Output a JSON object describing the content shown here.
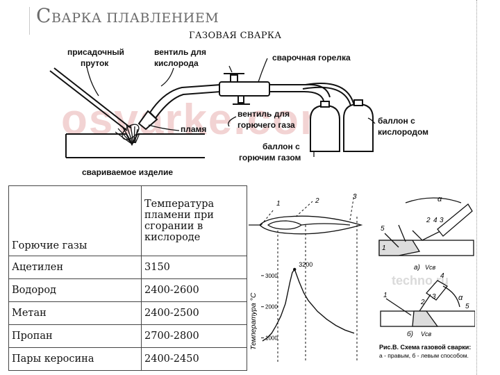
{
  "slide": {
    "title_first": "С",
    "title_rest": "варка плавлением",
    "subtitle": "ГАЗОВАЯ СВАРКА"
  },
  "diagram": {
    "filler_rod": [
      "присадочный",
      "пруток"
    ],
    "oxygen_valve": [
      "вентиль для",
      "кислорода"
    ],
    "torch": "сварочная горелка",
    "flame": "пламя",
    "fuel_valve": [
      "вентиль для",
      "горючего газа"
    ],
    "oxygen_cylinder": [
      "баллон с",
      "кислородом"
    ],
    "fuel_cylinder": [
      "баллон с",
      "горючим газом"
    ],
    "workpiece": "свариваемое изделие",
    "watermark": "osvarke.com"
  },
  "table": {
    "header": [
      "Горючие газы",
      "Температура пламени при сгорании в кислороде"
    ],
    "rows": [
      [
        "Ацетилен",
        "3150"
      ],
      [
        "Водород",
        "2400-2600"
      ],
      [
        "Метан",
        "2400-2500"
      ],
      [
        "Пропан",
        "2700-2800"
      ],
      [
        "Пары керосина",
        "2400-2450"
      ]
    ]
  },
  "chart_data": {
    "type": "line",
    "title": "",
    "xlabel": "",
    "ylabel": "Температура °C",
    "yticks": [
      1000,
      2000,
      3000
    ],
    "ylim": [
      700,
      3600
    ],
    "zone_labels": [
      "1",
      "2",
      "3"
    ],
    "peak_label": "3200",
    "x": [
      0.0,
      0.1,
      0.2,
      0.3,
      0.4,
      0.5,
      0.55,
      0.6,
      0.65,
      0.7,
      0.75,
      0.8,
      0.9,
      1.0,
      1.2,
      1.4,
      1.6,
      1.8,
      2.0
    ],
    "series": [
      {
        "values": [
          900,
          1000,
          1150,
          1400,
          1700,
          2100,
          2450,
          2800,
          3100,
          3200,
          3000,
          2800,
          2450,
          2200,
          1850,
          1600,
          1400,
          1250,
          1150
        ]
      }
    ]
  },
  "right_figure": {
    "watermark": "techno.ru",
    "caption_bold": "Рис.В. Схема газовой сварки:",
    "caption_rest": "а - правым, б - левым способом.",
    "labels_top": [
      "α",
      "2",
      "4",
      "3",
      "5",
      "1"
    ],
    "labels_bottom": [
      "1",
      "2",
      "3",
      "4",
      "α",
      "5"
    ],
    "label_a": "а)",
    "label_b": "б)",
    "speed": "Vсв"
  }
}
